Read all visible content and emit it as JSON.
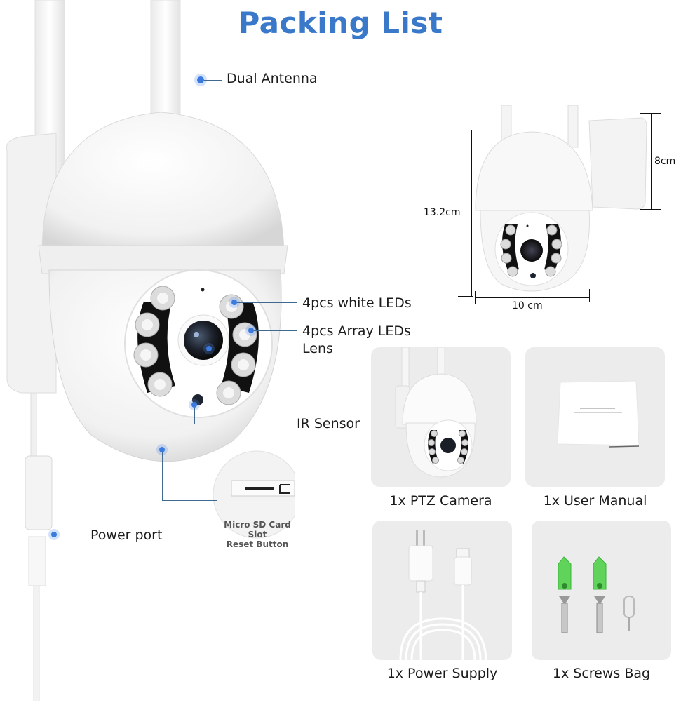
{
  "header": {
    "title": "Packing List",
    "accent_color": "#3a78c9"
  },
  "main_camera": {
    "callouts": [
      {
        "id": "dual-antenna",
        "label": "Dual Antenna"
      },
      {
        "id": "white-leds",
        "label": "4pcs white LEDs"
      },
      {
        "id": "array-leds",
        "label": "4pcs Array LEDs"
      },
      {
        "id": "lens",
        "label": "Lens"
      },
      {
        "id": "ir-sensor",
        "label": "IR Sensor"
      },
      {
        "id": "power-port",
        "label": "Power port"
      }
    ],
    "sd_inset": {
      "line1": "Micro SD Card Slot",
      "line2": "Reset Button"
    },
    "callout_dot_color": "#3b7be0",
    "callout_line_color": "#3f6a8f"
  },
  "dimensions": {
    "height": "13.2cm",
    "width": "10 cm",
    "depth": "8cm"
  },
  "package_items": [
    {
      "label": "1x PTZ Camera",
      "icon": "ptz-camera"
    },
    {
      "label": "1x User Manual",
      "icon": "user-manual"
    },
    {
      "label": "1x Power Supply",
      "icon": "power-supply"
    },
    {
      "label": "1x Screws Bag",
      "icon": "screws-bag"
    }
  ]
}
